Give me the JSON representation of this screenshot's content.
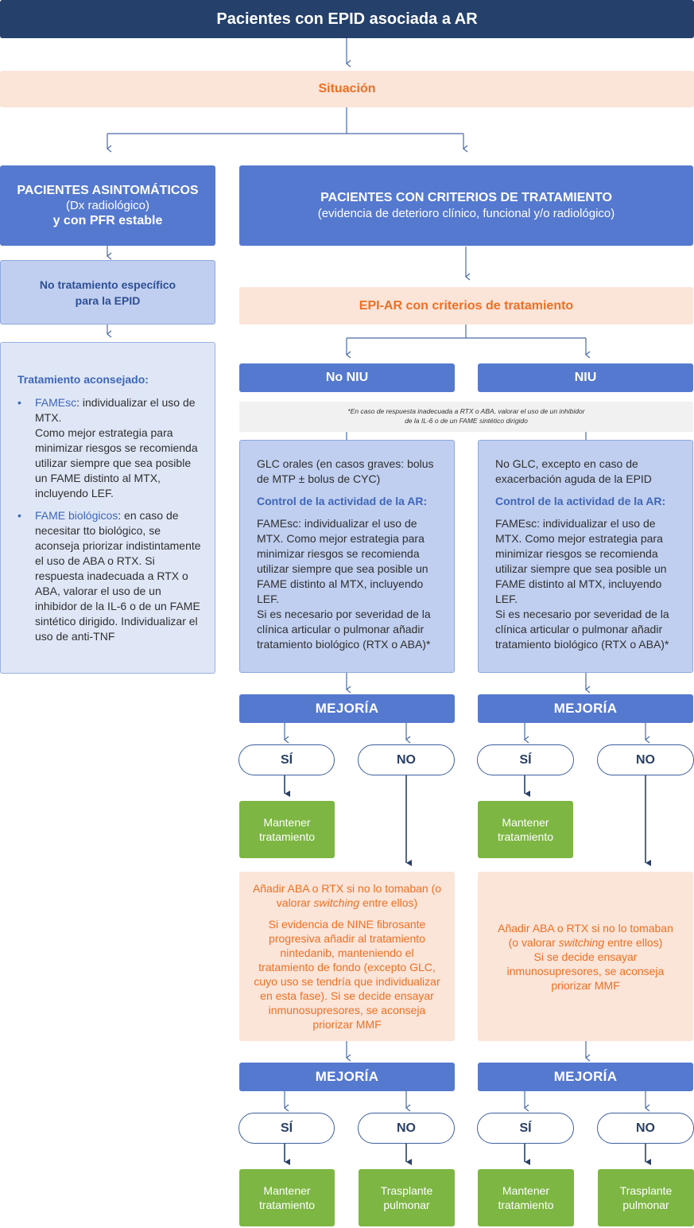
{
  "title": "Pacientes con EPID asociada a AR",
  "situacion": "Situación",
  "left": {
    "header_line1": "PACIENTES ASINTOMÁTICOS",
    "header_line2": "(Dx radiológico)",
    "header_line3": "y con PFR estable",
    "no_tto_line1": "No tratamiento específico",
    "no_tto_line2": "para la EPID",
    "tto_title": "Tratamiento aconsejado:",
    "bullet_symbol": "•",
    "b1_key": "FAMEsc",
    "b1_text": ": individualizar el uso de MTX.",
    "b1_more": "Como mejor estrategia para minimizar riesgos se recomienda utilizar siempre que sea posible un FAME distinto al MTX, incluyendo LEF.",
    "b2_key": "FAME biológicos",
    "b2_text": ": en caso de necesitar tto biológico, se aconseja priorizar indistintamente el uso de ABA o RTX. Si respuesta inadecuada a RTX o ABA, valorar el uso de un inhibidor de la IL-6 o de un FAME sintético dirigido. Individualizar el uso de anti-TNF"
  },
  "right": {
    "header_line1": "PACIENTES CON CRITERIOS DE TRATAMIENTO",
    "header_line2": "(evidencia de deterioro clínico, funcional y/o radiológico)",
    "epi_ar": "EPI-AR con criterios de tratamiento",
    "note_line1": "*En caso de respuesta inadecuada a RTX o ABA, valorar el uso de un inhibidor",
    "note_line2": "de la IL-6 o de un FAME sintético dirigido"
  },
  "no_niu": {
    "label": "No NIU",
    "glc": "GLC orales (en casos graves: bolus de MTP ± bolus de CYC)",
    "control": "Control de la actividad de la AR:",
    "famesc": "FAMEsc: individualizar el uso de MTX. Como mejor estrategia para minimizar riesgos se recomienda utilizar siempre que sea posible un FAME distinto al MTX, incluyendo LEF.",
    "severidad": "Si es necesario por severidad de la clínica articular o pulmonar añadir tratamiento biológico (RTX o ABA)*",
    "mejoria1": "MEJORÍA",
    "si1": "SÍ",
    "no1": "NO",
    "mantener1": "Mantener tratamiento",
    "add_p1_a": "Añadir ABA o RTX si no lo tomaban (o valorar ",
    "add_p1_em": "switching",
    "add_p1_b": " entre ellos)",
    "add_p2": "Si evidencia de NINE fibrosante progresiva añadir al tratamiento nintedanib, manteniendo el tratamiento de fondo (excepto GLC, cuyo uso se tendría que individualizar en esta fase). Si se decide ensayar inmunosupresores, se aconseja priorizar MMF",
    "mejoria2": "MEJORÍA",
    "si2": "SÍ",
    "no2": "NO",
    "mantener2": "Mantener tratamiento",
    "trasplante": "Trasplante pulmonar"
  },
  "niu": {
    "label": "NIU",
    "glc": "No GLC, excepto en caso de exacerbación aguda de la EPID",
    "control": "Control de la actividad de la AR:",
    "famesc": "FAMEsc: individualizar el uso de MTX. Como mejor estrategia para minimizar riesgos se recomienda utilizar siempre que sea posible un FAME distinto al MTX, incluyendo LEF.",
    "severidad": "Si es necesario por severidad de la clínica articular o pulmonar añadir tratamiento biológico (RTX o ABA)*",
    "mejoria1": "MEJORÍA",
    "si1": "SÍ",
    "no1": "NO",
    "mantener1": "Mantener tratamiento",
    "add_a": "Añadir ABA o RTX si no lo tomaban (o valorar ",
    "add_em": "switching",
    "add_b": " entre ellos)",
    "add_c": "Si se decide ensayar inmunosupresores, se aconseja priorizar MMF",
    "mejoria2": "MEJORÍA",
    "si2": "SÍ",
    "no2": "NO",
    "mantener2": "Mantener tratamiento",
    "trasplante": "Trasplante pulmonar"
  }
}
